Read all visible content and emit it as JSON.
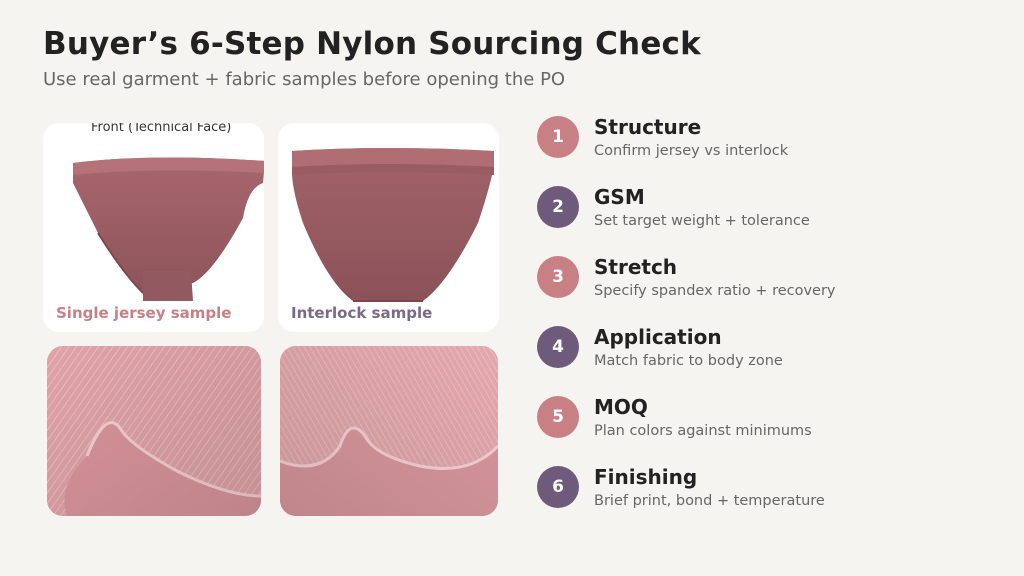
{
  "header": {
    "title": "Buyer’s 6-Step Nylon Sourcing Check",
    "subtitle": "Use real garment + fabric samples before opening the PO"
  },
  "samples": {
    "front_label": "Front (Technical Face)",
    "single_jersey_label": "Single jersey sample",
    "interlock_label": "Interlock sample"
  },
  "colors": {
    "brief_rose": "#9c5f66",
    "label_rose": "#c98085",
    "label_purple": "#7a6a8a",
    "badge_odd": "#c98085",
    "badge_even": "#6e5b7c",
    "fabric_pink": "#e2a9ad"
  },
  "steps": [
    {
      "number": "1",
      "title": "Structure",
      "description": "Confirm jersey vs interlock"
    },
    {
      "number": "2",
      "title": "GSM",
      "description": "Set target weight + tolerance"
    },
    {
      "number": "3",
      "title": "Stretch",
      "description": "Specify spandex ratio + recovery"
    },
    {
      "number": "4",
      "title": "Application",
      "description": "Match fabric to body zone"
    },
    {
      "number": "5",
      "title": "MOQ",
      "description": "Plan colors against minimums"
    },
    {
      "number": "6",
      "title": "Finishing",
      "description": "Brief print, bond + temperature"
    }
  ]
}
